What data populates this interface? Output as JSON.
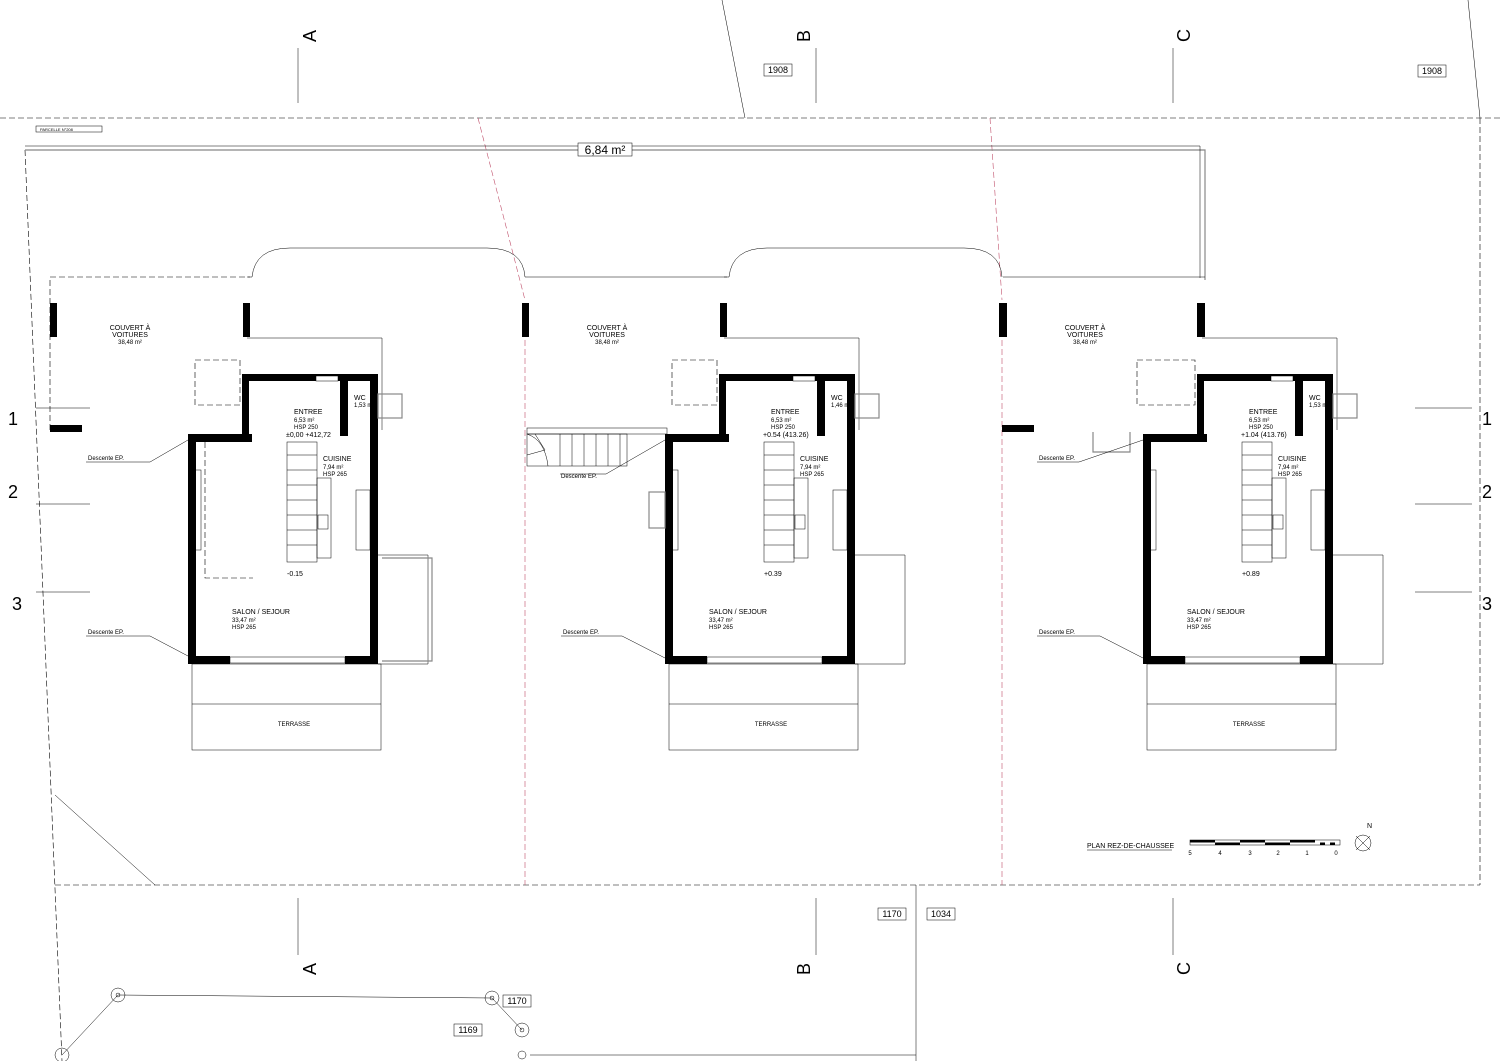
{
  "drawing": {
    "total_area": "6,84 m²",
    "parcel_label": "PARCELLE N°208",
    "plan_title": "PLAN REZ-DE-CHAUSSEE",
    "north": "N",
    "scale_ticks": [
      "5",
      "4",
      "3",
      "2",
      "1",
      "0"
    ]
  },
  "grid_axes": {
    "columns": [
      "A",
      "B",
      "C"
    ],
    "rows": [
      "1",
      "2",
      "3"
    ]
  },
  "parcels": {
    "top_left": "1908",
    "top_right": "1908",
    "mid_left": "1170",
    "mid_right": "1034",
    "bottom_1": "1170",
    "bottom_2": "1169"
  },
  "units": [
    {
      "carport_name": "COUVERT À\nVOITURES",
      "carport_area": "38,48 m²",
      "entree_name": "ENTREE",
      "entree_area": "6,53 m²",
      "entree_hsp": "HSP 250",
      "wc_name": "WC",
      "wc_area": "1,53 m²",
      "entry_level": "±0,00  +412,72",
      "cuisine_name": "CUISINE",
      "cuisine_area": "7,94 m²",
      "cuisine_hsp": "HSP 265",
      "living_level": "-0.15",
      "salon_name": "SALON / SEJOUR",
      "salon_area": "33,47 m²",
      "salon_hsp": "HSP 265",
      "terrasse": "TERRASSE",
      "descente_1": "Descente EP.",
      "descente_2": "Descente EP."
    },
    {
      "carport_name": "COUVERT À\nVOITURES",
      "carport_area": "38,48 m²",
      "entree_name": "ENTREE",
      "entree_area": "6,53 m²",
      "entree_hsp": "HSP 250",
      "wc_name": "WC",
      "wc_area": "1,46 m²",
      "entry_level": "+0.54 (413.26)",
      "cuisine_name": "CUISINE",
      "cuisine_area": "7,94 m²",
      "cuisine_hsp": "HSP 265",
      "living_level": "+0.39",
      "salon_name": "SALON / SEJOUR",
      "salon_area": "33,47 m²",
      "salon_hsp": "HSP 265",
      "terrasse": "TERRASSE",
      "descente_1": "Descente EP.",
      "descente_2": "Descente EP."
    },
    {
      "carport_name": "COUVERT À\nVOITURES",
      "carport_area": "38,48 m²",
      "entree_name": "ENTREE",
      "entree_area": "6,53 m²",
      "entree_hsp": "HSP 250",
      "wc_name": "WC",
      "wc_area": "1,53 m²",
      "entry_level": "+1.04 (413.76)",
      "cuisine_name": "CUISINE",
      "cuisine_area": "7,94 m²",
      "cuisine_hsp": "HSP 265",
      "living_level": "+0.89",
      "salon_name": "SALON / SEJOUR",
      "salon_area": "33,47 m²",
      "salon_hsp": "HSP 265",
      "terrasse": "TERRASSE",
      "descente_1": "Descente EP.",
      "descente_2": "Descente EP."
    }
  ]
}
